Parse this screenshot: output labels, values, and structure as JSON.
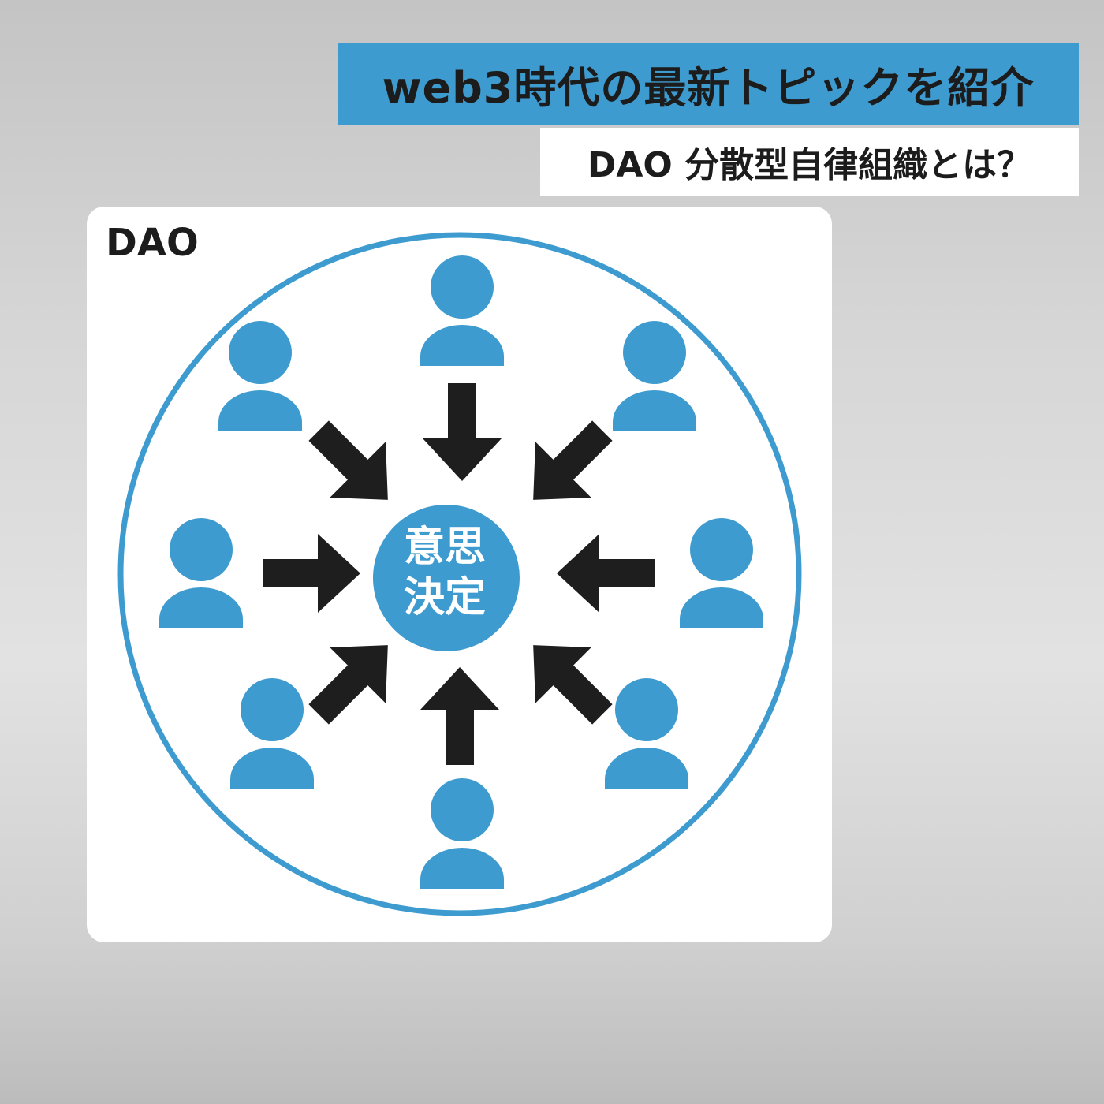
{
  "header": {
    "title": "web3時代の最新トピックを紹介",
    "subtitle": "DAO 分散型自律組織とは？"
  },
  "diagram": {
    "label": "DAO",
    "center_line1": "意思",
    "center_line2": "決定",
    "member_count": 8,
    "colors": {
      "accent": "#3e9bcf",
      "arrow": "#1e1e1e",
      "banner": "#3e9bcf"
    }
  }
}
